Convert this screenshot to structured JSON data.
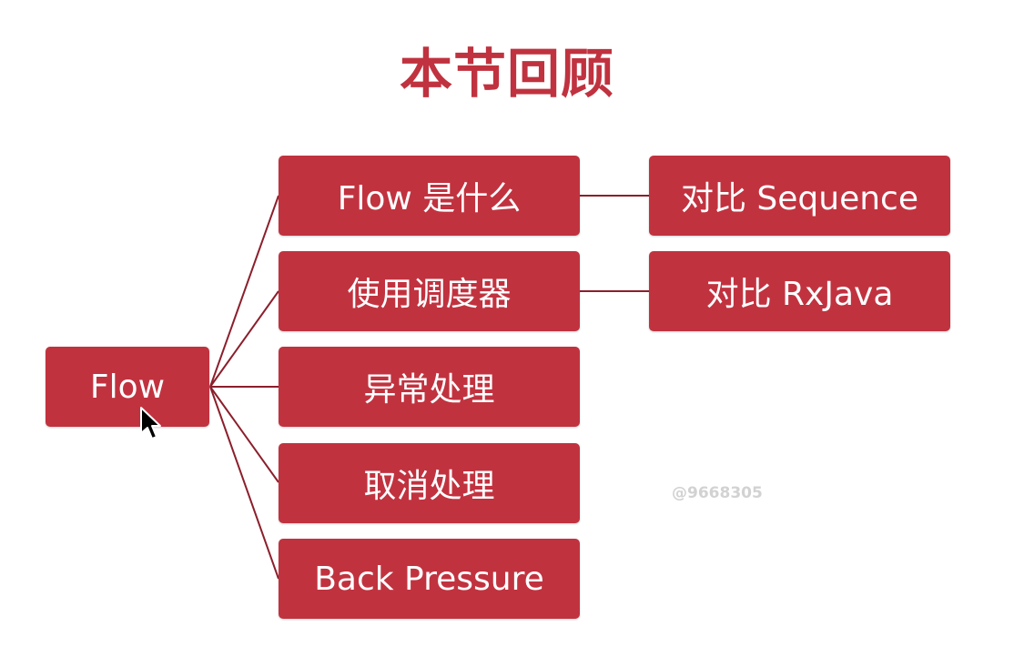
{
  "title": "本节回顾",
  "root": {
    "label": "Flow"
  },
  "children": [
    {
      "label": "Flow 是什么"
    },
    {
      "label": "使用调度器"
    },
    {
      "label": "异常处理"
    },
    {
      "label": "取消处理"
    },
    {
      "label": "Back Pressure"
    }
  ],
  "side_nodes": [
    {
      "label": "对比 Sequence"
    },
    {
      "label": "对比 RxJava"
    }
  ],
  "watermark": "@9668305",
  "colors": {
    "node": "#c1323f",
    "title": "#c0323f",
    "line": "#8b1f2c",
    "watermark": "#d2d2d2"
  },
  "cursor_icon": "mouse-pointer-icon"
}
